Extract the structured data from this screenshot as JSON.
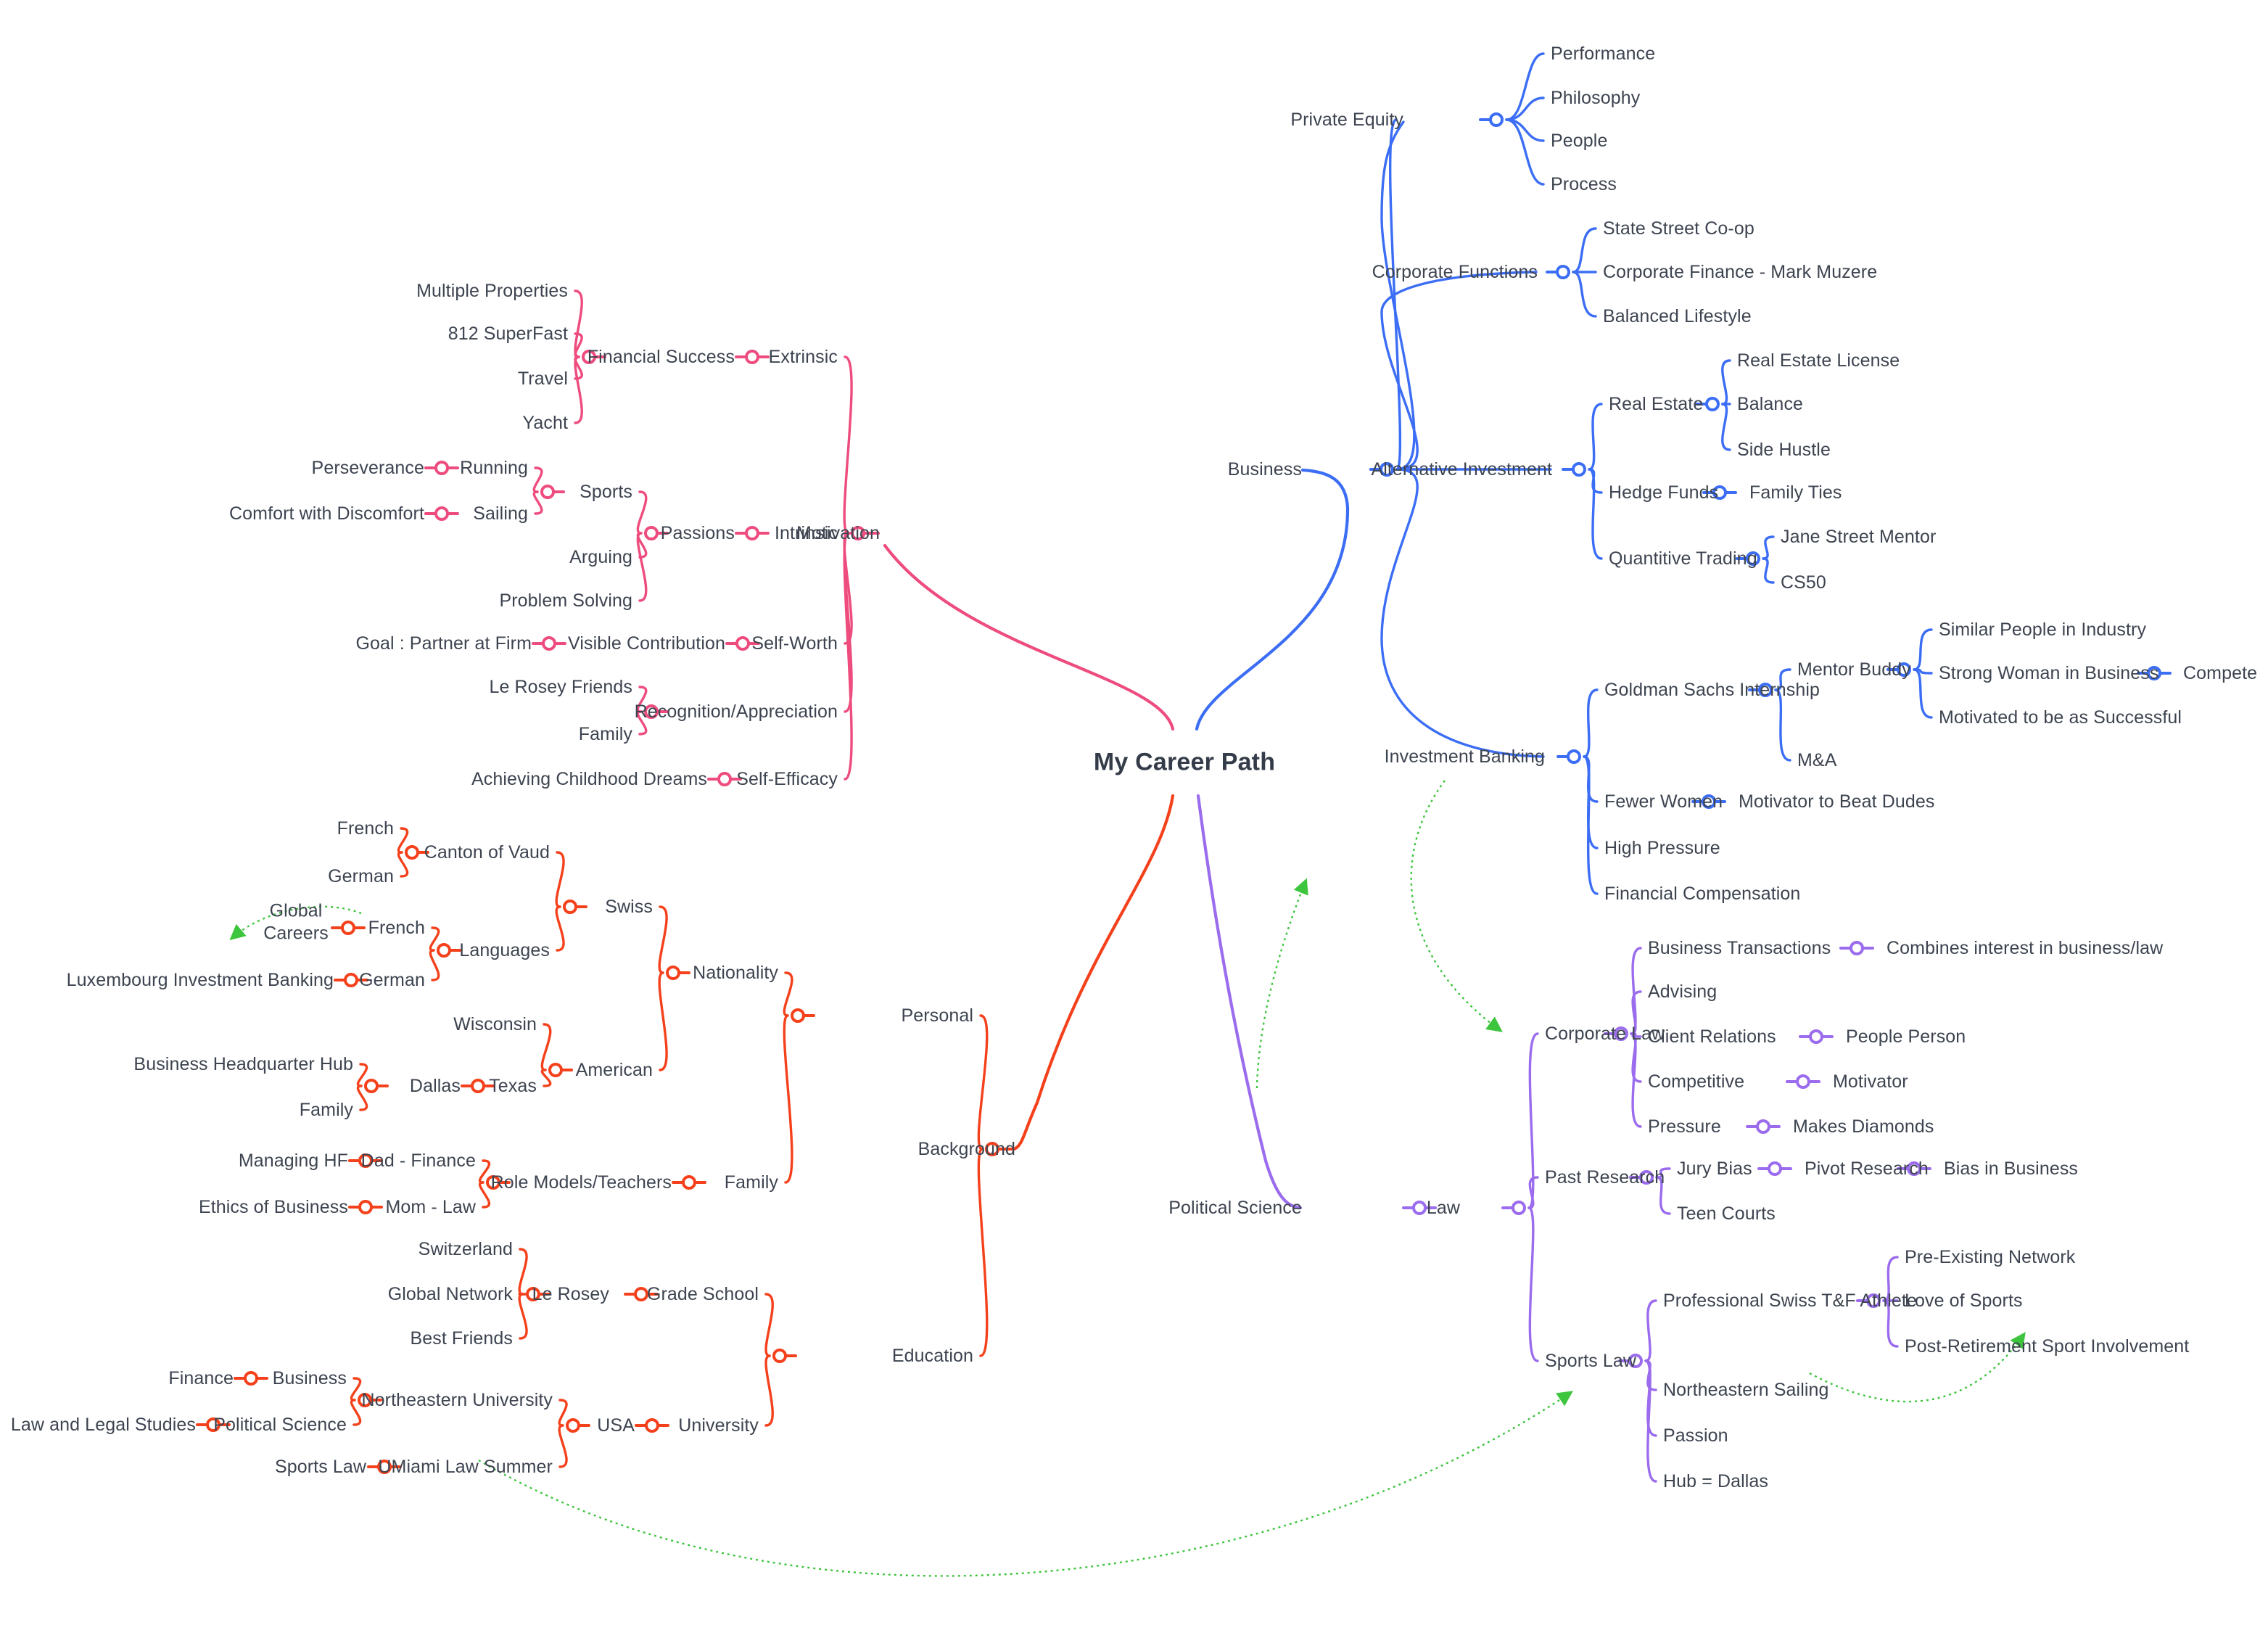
{
  "root": {
    "label": "My Career Path"
  },
  "colors": {
    "pink": "#ee4c7e",
    "blue": "#3c6ef5",
    "red": "#f4411c",
    "purple": "#9b6ced",
    "green": "#3ec53e",
    "text": "#3d4450"
  },
  "branches": {
    "motivation": {
      "label": "Motivation",
      "color": "#ee4c7e",
      "children": [
        {
          "label": "Extrinsic",
          "children": [
            {
              "label": "Financial Success",
              "children": [
                {
                  "label": "Multiple Properties"
                },
                {
                  "label": "812 SuperFast"
                },
                {
                  "label": "Travel"
                },
                {
                  "label": "Yacht"
                }
              ]
            }
          ]
        },
        {
          "label": "Intrinsic",
          "children": [
            {
              "label": "Passions",
              "children": [
                {
                  "label": "Sports",
                  "children": [
                    {
                      "label": "Running",
                      "children": [
                        {
                          "label": "Perseverance"
                        }
                      ]
                    },
                    {
                      "label": "Sailing",
                      "children": [
                        {
                          "label": "Comfort with Discomfort"
                        }
                      ]
                    }
                  ]
                },
                {
                  "label": "Arguing"
                },
                {
                  "label": "Problem Solving"
                }
              ]
            }
          ]
        },
        {
          "label": "Self-Worth",
          "children": [
            {
              "label": "Visible Contribution",
              "children": [
                {
                  "label": "Goal : Partner at Firm"
                }
              ]
            }
          ]
        },
        {
          "label": "Recognition/Appreciation",
          "children": [
            {
              "label": "Le Rosey Friends"
            },
            {
              "label": "Family"
            }
          ]
        },
        {
          "label": "Self-Efficacy",
          "children": [
            {
              "label": "Achieving Childhood Dreams"
            }
          ]
        }
      ]
    },
    "business": {
      "label": "Business",
      "color": "#3c6ef5",
      "children": [
        {
          "label": "Private Equity",
          "children": [
            {
              "label": "Performance"
            },
            {
              "label": "Philosophy"
            },
            {
              "label": "People"
            },
            {
              "label": "Process"
            }
          ]
        },
        {
          "label": "Corporate Functions",
          "children": [
            {
              "label": "State Street Co-op"
            },
            {
              "label": "Corporate Finance - Mark Muzere"
            },
            {
              "label": "Balanced Lifestyle"
            }
          ]
        },
        {
          "label": "Alternative Investment",
          "children": [
            {
              "label": "Real Estate",
              "children": [
                {
                  "label": "Real Estate License"
                },
                {
                  "label": "Balance"
                },
                {
                  "label": "Side Hustle"
                }
              ]
            },
            {
              "label": "Hedge Funds",
              "children": [
                {
                  "label": "Family Ties"
                }
              ]
            },
            {
              "label": "Quantitive Trading",
              "children": [
                {
                  "label": "Jane Street Mentor"
                },
                {
                  "label": "CS50"
                }
              ]
            }
          ]
        },
        {
          "label": "Investment Banking",
          "children": [
            {
              "label": "Goldman Sachs Internship",
              "children": [
                {
                  "label": "Mentor Buddy",
                  "children": [
                    {
                      "label": "Similar People in Industry"
                    },
                    {
                      "label": "Strong Woman in Business",
                      "children": [
                        {
                          "label": "Compete"
                        }
                      ]
                    },
                    {
                      "label": "Motivated to be as Successful"
                    }
                  ]
                },
                {
                  "label": "M&A"
                }
              ]
            },
            {
              "label": "Fewer Women",
              "children": [
                {
                  "label": "Motivator to Beat Dudes"
                }
              ]
            },
            {
              "label": "High Pressure"
            },
            {
              "label": "Financial Compensation"
            }
          ]
        }
      ]
    },
    "background": {
      "label": "Background",
      "color": "#f4411c",
      "children": [
        {
          "label": "Personal",
          "children": [
            {
              "label": "Nationality",
              "children": [
                {
                  "label": "Swiss",
                  "children": [
                    {
                      "label": "Canton of Vaud",
                      "children": [
                        {
                          "label": "French"
                        },
                        {
                          "label": "German"
                        }
                      ]
                    },
                    {
                      "label": "Languages",
                      "children": [
                        {
                          "label": "French",
                          "children": [
                            {
                              "label": "Global Careers"
                            }
                          ]
                        },
                        {
                          "label": "German",
                          "children": [
                            {
                              "label": "Luxembourg  Investment Banking"
                            }
                          ]
                        }
                      ]
                    }
                  ]
                },
                {
                  "label": "American",
                  "children": [
                    {
                      "label": "Wisconsin"
                    },
                    {
                      "label": "Texas",
                      "children": [
                        {
                          "label": "Dallas",
                          "children": [
                            {
                              "label": "Business Headquarter Hub"
                            },
                            {
                              "label": "Family"
                            }
                          ]
                        }
                      ]
                    }
                  ]
                }
              ]
            },
            {
              "label": "Family",
              "children": [
                {
                  "label": "Role Models/Teachers",
                  "children": [
                    {
                      "label": "Dad - Finance",
                      "children": [
                        {
                          "label": "Managing HF"
                        }
                      ]
                    },
                    {
                      "label": "Mom - Law",
                      "children": [
                        {
                          "label": "Ethics of Business"
                        }
                      ]
                    }
                  ]
                }
              ]
            }
          ]
        },
        {
          "label": "Education",
          "children": [
            {
              "label": "Grade School",
              "children": [
                {
                  "label": "Le Rosey",
                  "children": [
                    {
                      "label": "Switzerland"
                    },
                    {
                      "label": "Global Network"
                    },
                    {
                      "label": "Best Friends"
                    }
                  ]
                }
              ]
            },
            {
              "label": "University",
              "children": [
                {
                  "label": "USA",
                  "children": [
                    {
                      "label": "Northeastern University",
                      "children": [
                        {
                          "label": "Business",
                          "children": [
                            {
                              "label": "Finance"
                            }
                          ]
                        },
                        {
                          "label": "Political Science",
                          "children": [
                            {
                              "label": "Law and Legal Studies"
                            }
                          ]
                        }
                      ]
                    },
                    {
                      "label": "UMiami Law Summer",
                      "children": [
                        {
                          "label": "Sports Law"
                        }
                      ]
                    }
                  ]
                }
              ]
            }
          ]
        }
      ]
    },
    "political_science": {
      "label": "Political Science",
      "color": "#9b6ced",
      "children": [
        {
          "label": "Law",
          "children": [
            {
              "label": "Corporate Law",
              "children": [
                {
                  "label": "Business Transactions",
                  "children": [
                    {
                      "label": "Combines interest in business/law"
                    }
                  ]
                },
                {
                  "label": "Advising"
                },
                {
                  "label": "Client Relations",
                  "children": [
                    {
                      "label": "People Person"
                    }
                  ]
                },
                {
                  "label": "Competitive",
                  "children": [
                    {
                      "label": "Motivator"
                    }
                  ]
                },
                {
                  "label": "Pressure",
                  "children": [
                    {
                      "label": "Makes Diamonds"
                    }
                  ]
                }
              ]
            },
            {
              "label": "Past Research",
              "children": [
                {
                  "label": "Jury Bias",
                  "children": [
                    {
                      "label": "Pivot Research",
                      "children": [
                        {
                          "label": "Bias in Business"
                        }
                      ]
                    }
                  ]
                },
                {
                  "label": "Teen Courts"
                }
              ]
            },
            {
              "label": "Sports Law",
              "children": [
                {
                  "label": "Professional Swiss T&F Athlete",
                  "children": [
                    {
                      "label": "Pre-Existing Network"
                    },
                    {
                      "label": "Love of Sports"
                    },
                    {
                      "label": "Post-Retirement Sport Involvement"
                    }
                  ]
                },
                {
                  "label": "Northeastern Sailing"
                },
                {
                  "label": "Passion"
                },
                {
                  "label": "Hub = Dallas"
                }
              ]
            }
          ]
        }
      ]
    }
  },
  "cross_links": [
    {
      "name": "investment-banking-to-corporate-law"
    },
    {
      "name": "switzerland-to-nationality"
    },
    {
      "name": "global-careers-outward"
    },
    {
      "name": "northeastern-sailing-to-post-retirement"
    },
    {
      "name": "umiami-law-summer-to-sports-law"
    }
  ]
}
